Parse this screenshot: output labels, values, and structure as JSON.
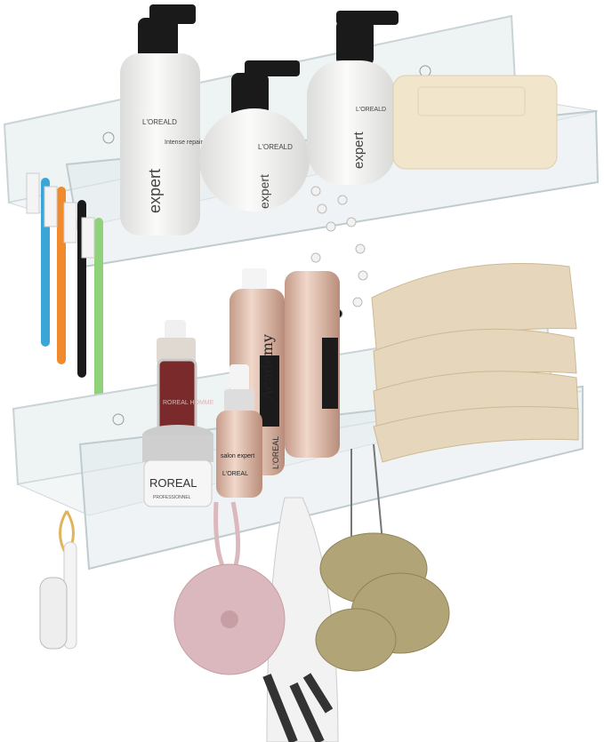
{
  "scene": {
    "brand_upper": "L'OREALD",
    "line_name": "expert",
    "variant": "Intense repair",
    "academy": "Academy",
    "academy_brand": "L'OREAL",
    "serum_brand": "ROREAL HOMME",
    "jar_brand": "ROREAL",
    "jar_sub": "PROFESSIONNEL",
    "salon_label": "salon expert",
    "salon_brand": "L'OREAL"
  },
  "colors": {
    "acrylic": "#e8eef0",
    "pump": "#1a1a1a",
    "bottle_white": "#f2f2f0",
    "rose_gold": "#d9b8a6",
    "towel": "#e6d6bb",
    "soap": "#f1e6cc",
    "pink_sponge": "#dbb8bd",
    "loofah": "#b1a577",
    "serum_red": "#7a2a2a"
  }
}
